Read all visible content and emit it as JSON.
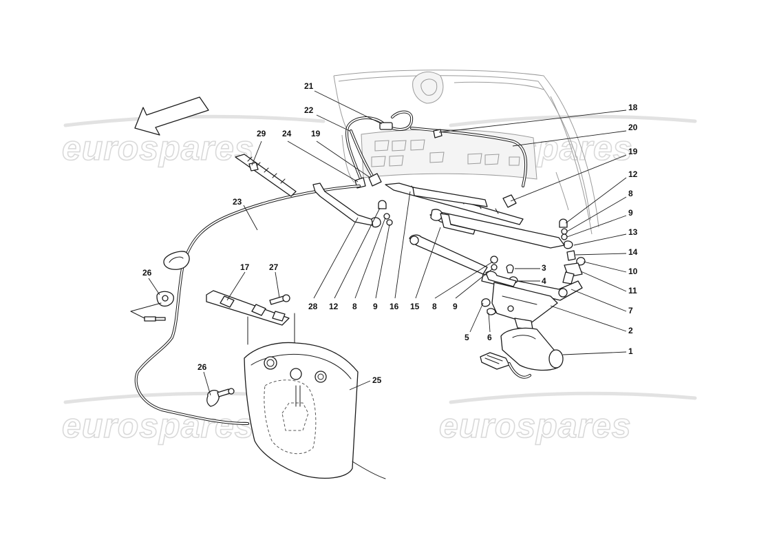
{
  "watermark": {
    "text": "eurospares"
  },
  "labels": [
    {
      "id": "21",
      "text": "21"
    },
    {
      "id": "22",
      "text": "22"
    },
    {
      "id": "18",
      "text": "18"
    },
    {
      "id": "20",
      "text": "20"
    },
    {
      "id": "29",
      "text": "29"
    },
    {
      "id": "24",
      "text": "24"
    },
    {
      "id": "19a",
      "text": "19"
    },
    {
      "id": "19b",
      "text": "19"
    },
    {
      "id": "12a",
      "text": "12"
    },
    {
      "id": "8a",
      "text": "8"
    },
    {
      "id": "9a",
      "text": "9"
    },
    {
      "id": "13",
      "text": "13"
    },
    {
      "id": "14",
      "text": "14"
    },
    {
      "id": "10",
      "text": "10"
    },
    {
      "id": "11",
      "text": "11"
    },
    {
      "id": "23",
      "text": "23"
    },
    {
      "id": "3",
      "text": "3"
    },
    {
      "id": "4",
      "text": "4"
    },
    {
      "id": "7",
      "text": "7"
    },
    {
      "id": "2",
      "text": "2"
    },
    {
      "id": "1",
      "text": "1"
    },
    {
      "id": "26a",
      "text": "26"
    },
    {
      "id": "17",
      "text": "17"
    },
    {
      "id": "27",
      "text": "27"
    },
    {
      "id": "28",
      "text": "28"
    },
    {
      "id": "12b",
      "text": "12"
    },
    {
      "id": "8b",
      "text": "8"
    },
    {
      "id": "9b",
      "text": "9"
    },
    {
      "id": "16",
      "text": "16"
    },
    {
      "id": "15",
      "text": "15"
    },
    {
      "id": "8c",
      "text": "8"
    },
    {
      "id": "9c",
      "text": "9"
    },
    {
      "id": "5",
      "text": "5"
    },
    {
      "id": "6",
      "text": "6"
    },
    {
      "id": "26b",
      "text": "26"
    },
    {
      "id": "25",
      "text": "25"
    }
  ]
}
